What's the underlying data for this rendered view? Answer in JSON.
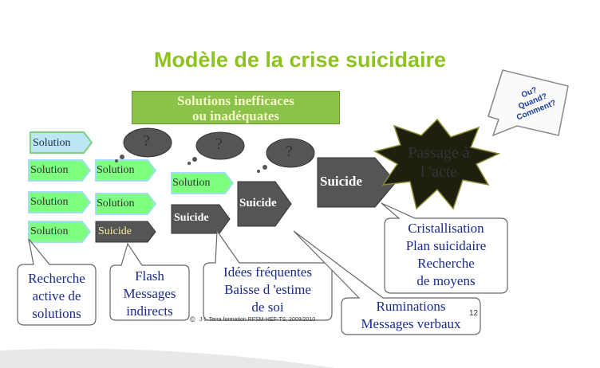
{
  "title": "Modèle de la crise suicidaire",
  "banner": {
    "line1": "Solutions inefficaces",
    "line2": "ou inadéquates"
  },
  "col1": [
    "Solution",
    "Solution",
    "Solution",
    "Solution"
  ],
  "col2": [
    "Solution",
    "Solution",
    "Suicide"
  ],
  "col3": [
    "Solution",
    "Suicide"
  ],
  "col4": "Suicide",
  "col5": "Suicide",
  "question_mark": "?",
  "star": {
    "line1": "Passage à",
    "line2": "l 'acte"
  },
  "corner_box": {
    "line1": "Ou?",
    "line2": "Quand?",
    "line3": "Comment?"
  },
  "callouts": {
    "c1": [
      "Recherche",
      "active de",
      "solutions"
    ],
    "c2": [
      "Flash",
      "Messages",
      "indirects"
    ],
    "c3": [
      "Idées fréquentes",
      "Baisse d 'estime",
      "de soi"
    ],
    "c4": [
      "Ruminations",
      "Messages verbaux"
    ],
    "c5": [
      "Cristallisation",
      "Plan suicidaire",
      "Recherche",
      "de moyens"
    ]
  },
  "footer": "J-L.Terra formation RFSM-HEF-TS, 2009/2010",
  "copyright_symbol": "©",
  "page_number": "12"
}
